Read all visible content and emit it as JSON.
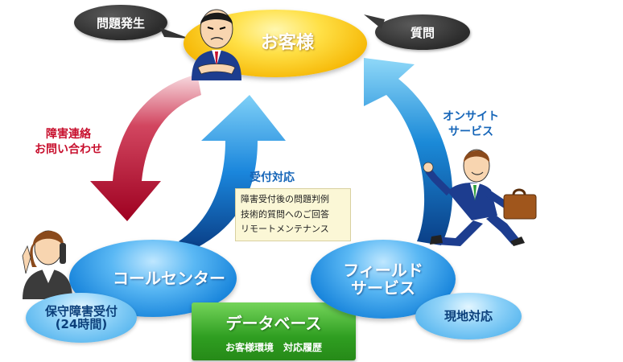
{
  "bubbles": {
    "problem": "問題発生",
    "question": "質問"
  },
  "nodes": {
    "customer": "お客様",
    "call_center": "コールセンター",
    "field_service_line1": "フィールド",
    "field_service_line2": "サービス",
    "reception_line1": "保守障害受付",
    "reception_line2": "(24時間)",
    "onsite_response": "現地対応"
  },
  "labels": {
    "failure_contact_line1": "障害連絡",
    "failure_contact_line2": "お問い合わせ",
    "reception_response": "受付対応",
    "onsite_service_line1": "オンサイト",
    "onsite_service_line2": "サービス"
  },
  "infobox": {
    "line1": "障害受付後の問題判例",
    "line2": "技術的質問へのご回答",
    "line3": "リモートメンテナンス"
  },
  "database": {
    "title": "データベース",
    "subtitle": "お客様環境　対応履歴"
  },
  "colors": {
    "red_arrow": "#b3002a",
    "blue_arrow": "#1a86dc",
    "customer_node": "#ffe046",
    "service_node": "#1a86dc",
    "database": "#2f9e21"
  }
}
